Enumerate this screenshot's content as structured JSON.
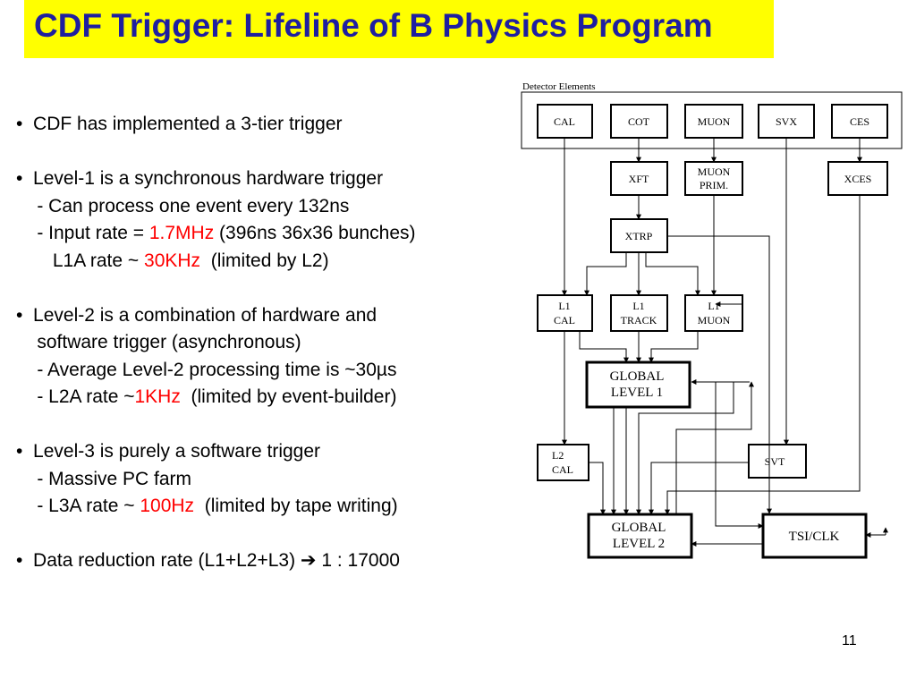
{
  "slide": {
    "title": "CDF Trigger: Lifeline of B Physics Program",
    "page_number": "11"
  },
  "bullets": {
    "b1": {
      "bullet": "•",
      "text": "CDF has implemented a 3-tier trigger"
    },
    "b2": {
      "bullet": "•",
      "text": "Level-1 is a synchronous hardware trigger",
      "sub1": "- Can process one event every 132ns",
      "sub2_pre": "- Input rate = ",
      "sub2_red": "1.7MHz",
      "sub2_post": " (396ns 36x36 bunches)",
      "sub3_pre": "L1A rate ~ ",
      "sub3_red": "30KHz",
      "sub3_post": "  (limited by L2)"
    },
    "b3": {
      "bullet": "•",
      "text": "Level-2 is a combination of hardware and",
      "text2": "software trigger (asynchronous)",
      "sub1": "- Average Level-2 processing time is ~30µs",
      "sub2_pre": "- L2A rate ~",
      "sub2_red": "1KHz",
      "sub2_post": "  (limited by event-builder)"
    },
    "b4": {
      "bullet": "•",
      "text": "Level-3 is purely a software trigger",
      "sub1": "- Massive PC farm",
      "sub2_pre": "- L3A rate ~ ",
      "sub2_red": "100Hz",
      "sub2_post": "  (limited by tape writing)"
    },
    "b5": {
      "bullet": "•",
      "text_pre": "Data reduction rate (L1+L2+L3) ",
      "arrow": "➔",
      "text_post": " 1 : 17000"
    }
  },
  "diagram": {
    "header": "Detector Elements",
    "boxes": {
      "cal": "CAL",
      "cot": "COT",
      "muon": "MUON",
      "svx": "SVX",
      "ces": "CES",
      "xft": "XFT",
      "muon_prim_1": "MUON",
      "muon_prim_2": "PRIM.",
      "xces": "XCES",
      "xtrp": "XTRP",
      "l1cal_1": "L1",
      "l1cal_2": "CAL",
      "l1track_1": "L1",
      "l1track_2": "TRACK",
      "l1muon_1": "L1",
      "l1muon_2": "MUON",
      "gl1_1": "GLOBAL",
      "gl1_2": "LEVEL 1",
      "l2cal_1": "L2",
      "l2cal_2": "CAL",
      "svt": "SVT",
      "gl2_1": "GLOBAL",
      "gl2_2": "LEVEL 2",
      "tsi": "TSI/CLK"
    }
  }
}
